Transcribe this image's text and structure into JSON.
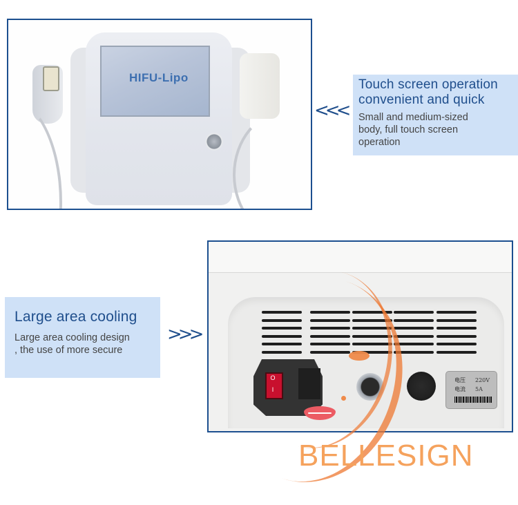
{
  "top_section": {
    "product_image": {
      "screen_text": "HIFU-Lipo",
      "description": "white HIFU-Lipo device front with touch screen and two handpieces"
    },
    "arrow_glyph": "<<<",
    "callout": {
      "title_line1": "Touch screen operation",
      "title_line2": "convenient and quick",
      "body_line1": "Small and medium-sized",
      "body_line2": "body, full touch screen",
      "body_line3": "operation"
    }
  },
  "bottom_section": {
    "callout": {
      "title": "Large area cooling",
      "body_line1": "Large area cooling design",
      "body_line2": ", the use of more secure"
    },
    "arrow_glyph": ">>>",
    "product_image": {
      "description": "rear panel with cooling vents, power switch, connectors and rating label",
      "rating_label": {
        "voltage_label": "电压",
        "voltage_value": "220V",
        "current_label": "电流",
        "current_value": "5A"
      },
      "switch_symbols": {
        "off": "O",
        "on": "I"
      }
    }
  },
  "watermark": {
    "brand": "BELLESIGN"
  },
  "colors": {
    "frame_border": "#1c4f8f",
    "callout_bg": "#cfe1f7",
    "title_blue": "#1f4e8c",
    "watermark_orange": "#f5a25d",
    "lips_pink": "#ec5b63"
  }
}
